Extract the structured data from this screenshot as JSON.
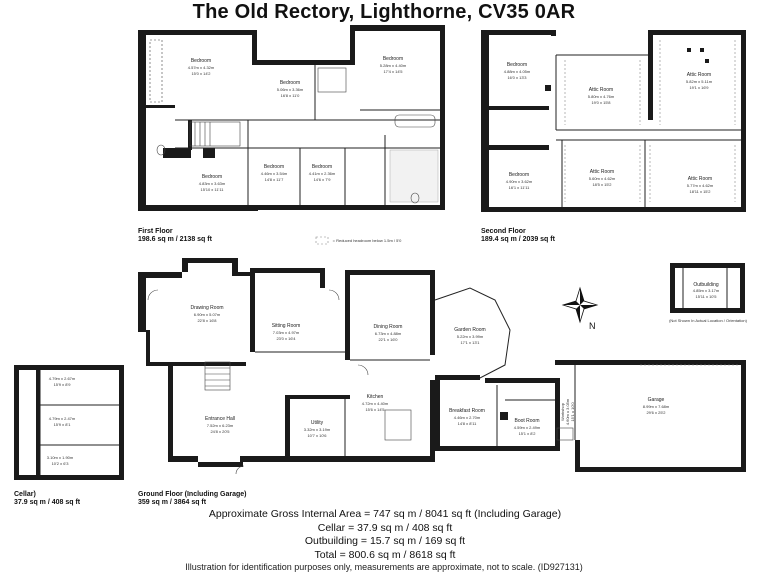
{
  "title": "The Old Rectory, Lighthorne, CV35 0AR",
  "floors": {
    "first": {
      "name": "First Floor",
      "area": "198.6 sq m / 2138 sq ft"
    },
    "second": {
      "name": "Second Floor",
      "area": "189.4 sq m / 2039 sq ft"
    },
    "ground": {
      "name": "Ground Floor (Including Garage)",
      "area": "359 sq m / 3864 sq ft"
    },
    "cellar": {
      "name": "Cellar)",
      "area": "37.9 sq m / 408 sq ft"
    }
  },
  "legend": {
    "reduced_headroom": "= Reduced headroom below 1.5m / 5'0",
    "not_shown": "(Not Shown In Actual Location / Orientation)"
  },
  "rooms": {
    "ff_bed1": {
      "name": "Bedroom",
      "dims": "4.57m x 4.32m",
      "imp": "15'0 x 14'2"
    },
    "ff_bed2": {
      "name": "Bedroom",
      "dims": "5.06m x 3.36m",
      "imp": "16'8 x 11'0"
    },
    "ff_bed3": {
      "name": "Bedroom",
      "dims": "5.28m x 4.40m",
      "imp": "17'4 x 14'5"
    },
    "ff_bed4": {
      "name": "Bedroom",
      "dims": "4.83m x 3.63m",
      "imp": "15'10 x 11'11"
    },
    "ff_bed5": {
      "name": "Bedroom",
      "dims": "4.46m x 3.54m",
      "imp": "14'8 x 11'7"
    },
    "ff_bed6": {
      "name": "Bedroom",
      "dims": "4.41m x 2.36m",
      "imp": "14'6 x 7'9"
    },
    "sf_bed1": {
      "name": "Bedroom",
      "dims": "4.88m x 4.05m",
      "imp": "16'0 x 13'3"
    },
    "sf_attic1": {
      "name": "Attic Room",
      "dims": "5.80m x 4.76m",
      "imp": "19'0 x 15'8"
    },
    "sf_attic2": {
      "name": "Attic Room",
      "dims": "5.82m x 5.11m",
      "imp": "19'1 x 16'9"
    },
    "sf_bed2": {
      "name": "Bedroom",
      "dims": "4.90m x 3.62m",
      "imp": "16'1 x 11'11"
    },
    "sf_attic3": {
      "name": "Attic Room",
      "dims": "5.60m x 4.62m",
      "imp": "18'5 x 15'2"
    },
    "sf_attic4": {
      "name": "Attic Room",
      "dims": "5.77m x 4.62m",
      "imp": "18'11 x 15'2"
    },
    "drawing": {
      "name": "Drawing Room",
      "dims": "6.90m x 5.07m",
      "imp": "22'8 x 16'8"
    },
    "sitting": {
      "name": "Sitting Room",
      "dims": "7.03m x 4.97m",
      "imp": "23'0 x 16'4"
    },
    "dining": {
      "name": "Dining Room",
      "dims": "6.73m x 4.88m",
      "imp": "22'1 x 16'0"
    },
    "garden": {
      "name": "Garden Room",
      "dims": "5.22m x 3.99m",
      "imp": "17'1 x 13'1"
    },
    "kitchen": {
      "name": "Kitchen",
      "dims": "4.72m x 4.40m",
      "imp": "15'6 x 14'5"
    },
    "utility": {
      "name": "Utility",
      "dims": "3.32m x 3.19m",
      "imp": "10'7 x 10'6"
    },
    "entrance": {
      "name": "Entrance Hall",
      "dims": "7.52m x 6.23m",
      "imp": "24'8 x 20'5"
    },
    "breakfast": {
      "name": "Breakfast Room",
      "dims": "4.46m x 2.70m",
      "imp": "14'8 x 8'11"
    },
    "boot": {
      "name": "Boot Room",
      "dims": "4.59m x 2.49m",
      "imp": "15'1 x 8'2"
    },
    "workshop": {
      "name": "Workshop",
      "dims": "4.60m x 3.05m",
      "imp": "15'1 x 10'0"
    },
    "garage": {
      "name": "Garage",
      "dims": "8.99m x 7.68m",
      "imp": "29'6 x 25'2"
    },
    "outbuilding": {
      "name": "Outbuilding",
      "dims": "4.85m x 3.17m",
      "imp": "15'11 x 10'5"
    },
    "cellar1": {
      "name": "",
      "dims": "4.79m x 2.67m",
      "imp": "15'9 x 8'9"
    },
    "cellar2": {
      "name": "",
      "dims": "4.79m x 2.47m",
      "imp": "15'9 x 8'1"
    },
    "cellar3": {
      "name": "",
      "dims": "3.10m x 1.90m",
      "imp": "10'2 x 6'3"
    }
  },
  "stats": {
    "gross": "Approximate Gross Internal Area = 747 sq m / 8041 sq ft (Including Garage)",
    "cellar": "Cellar = 37.9 sq m / 408 sq ft",
    "outbuilding": "Outbuilding = 15.7 sq m / 169 sq ft",
    "total": "Total = 800.6 sq m / 8618 sq ft"
  },
  "footer": "Illustration for identification purposes only, measurements are approximate, not to scale. (ID927131)",
  "compass_label": "N"
}
